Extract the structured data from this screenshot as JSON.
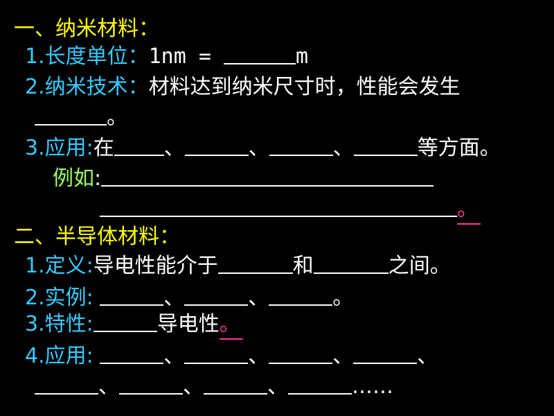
{
  "section1": {
    "title": "一、纳米材料：",
    "item1": {
      "num": "1.",
      "label": "长度单位：",
      "text": "1nm = ",
      "unit": "m"
    },
    "item2": {
      "num": "2.",
      "label": "纳米技术：",
      "text": "材料达到纳米尺寸时，性能会发生",
      "end": "。"
    },
    "item3": {
      "num": "3.",
      "label": "应用:",
      "pre": "在",
      "sep": "、",
      "post": "等方面。"
    },
    "example": {
      "label": "例如",
      "colon": ":",
      "end": "。"
    }
  },
  "section2": {
    "title": "二、半导体材料：",
    "item1": {
      "num": "1.",
      "label": "定义:",
      "pre": "导电性能介于",
      "mid": "和",
      "post": "之间。"
    },
    "item2": {
      "num": "2.",
      "label": "实例:",
      "sep": "、",
      "end": "。"
    },
    "item3": {
      "num": "3.",
      "label": "特性:",
      "post": "导电性",
      "end": "。"
    },
    "item4": {
      "num": "4.",
      "label": "应用:",
      "sep": "、",
      "ellipsis": "……"
    }
  },
  "colors": {
    "background": "#000000",
    "heading": "#FFFF00",
    "label": "#33CCFF",
    "text": "#FFFFFF",
    "example": "#99FF66",
    "accent": "#FF3399"
  }
}
